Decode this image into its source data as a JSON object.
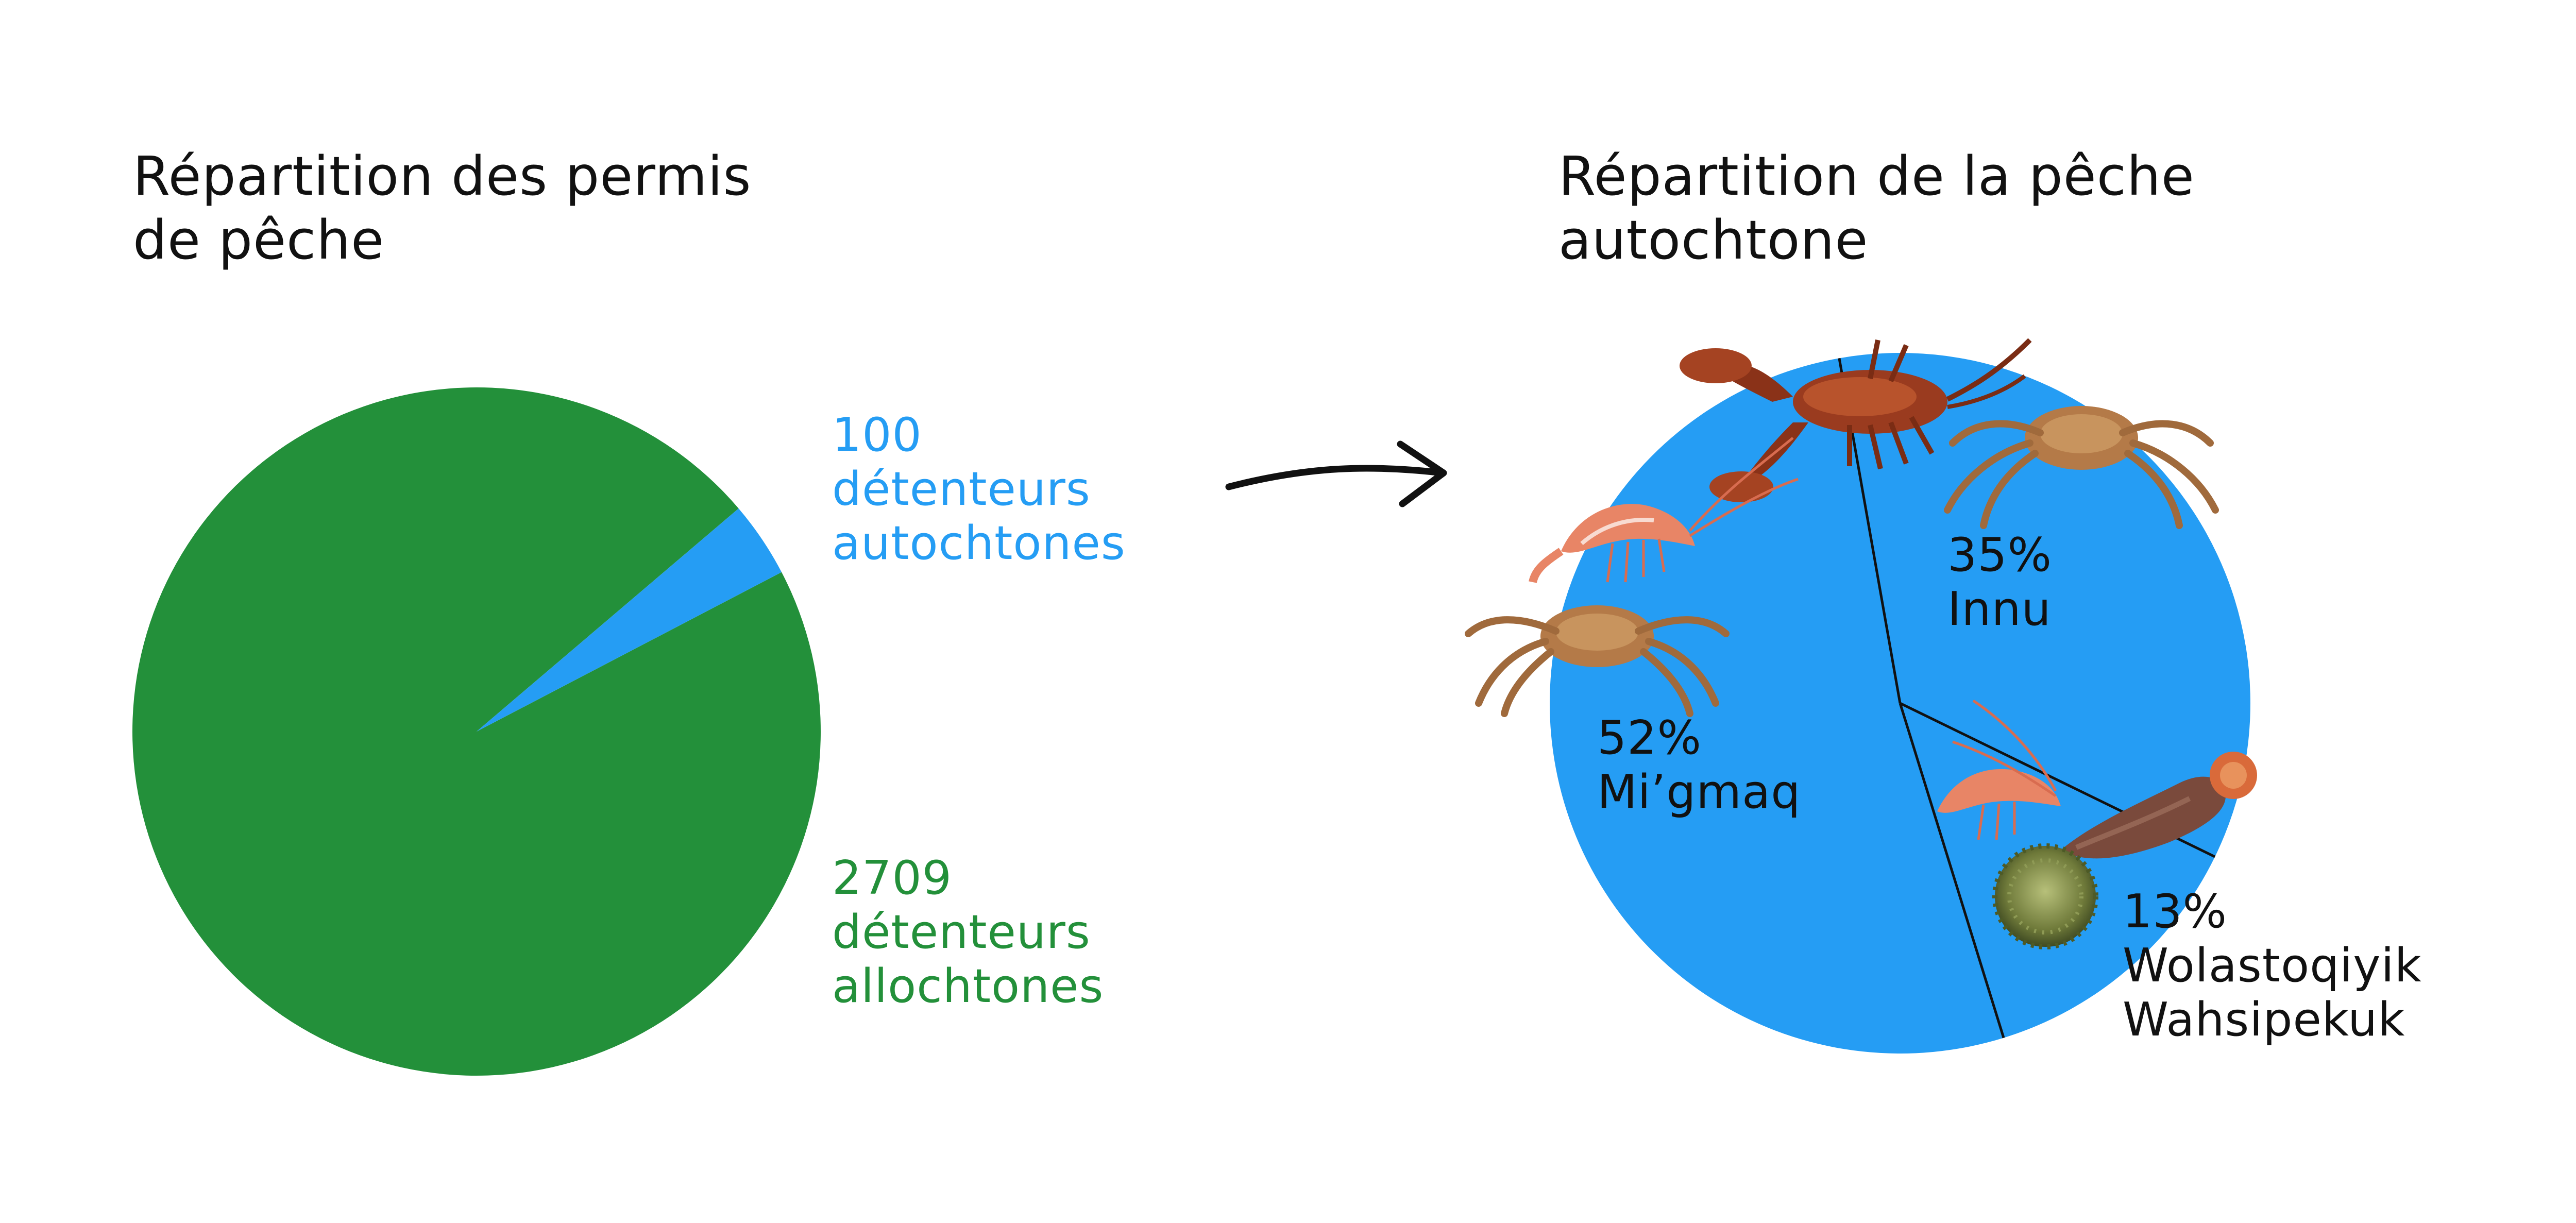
{
  "colors": {
    "background": "#ffffff",
    "green": "#23903a",
    "blue": "#259df4",
    "divider": "#111111",
    "text": "#111111"
  },
  "chart_data": [
    {
      "type": "pie",
      "title": [
        "Répartition des permis",
        "de pêche"
      ],
      "slices": [
        {
          "value": 100,
          "color": "#259df4",
          "label_lines": [
            "100",
            "détenteurs",
            "autochtones"
          ]
        },
        {
          "value": 2709,
          "color": "#23903a",
          "label_lines": [
            "2709",
            "détenteurs",
            "allochtones"
          ]
        }
      ]
    },
    {
      "type": "pie",
      "title": [
        "Répartition de la pêche",
        "autochtone"
      ],
      "slices": [
        {
          "value": 35,
          "color": "#259df4",
          "label_lines": [
            "35%",
            "Innu"
          ],
          "illustrations": [
            "lobster",
            "snow-crab"
          ]
        },
        {
          "value": 13,
          "color": "#259df4",
          "label_lines": [
            "13%",
            "Wolastoqiyik",
            "Wahsipekuk"
          ],
          "illustrations": [
            "shrimp",
            "sea-cucumber",
            "sea-urchin"
          ]
        },
        {
          "value": 52,
          "color": "#259df4",
          "label_lines": [
            "52%",
            "Mi’gmaq"
          ],
          "illustrations": [
            "shrimp",
            "snow-crab"
          ]
        }
      ]
    }
  ]
}
